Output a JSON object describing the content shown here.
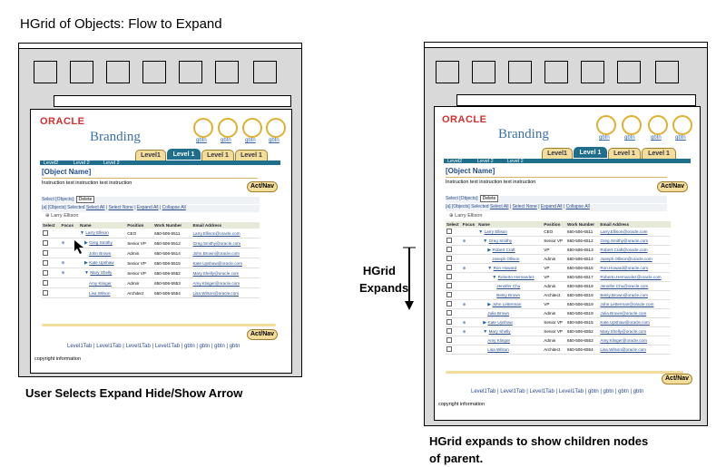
{
  "title": "HGrid of Objects: Flow to Expand",
  "left_caption": "User Selects Expand Hide/Show Arrow",
  "right_caption_line1": "HGrid expands to show children nodes",
  "right_caption_line2": "of parent.",
  "middle_label_line1": "HGrid",
  "middle_label_line2": "Expands",
  "page": {
    "logo": "ORACLE",
    "branding": "Branding",
    "global_icons": [
      "gbtn",
      "gbtn",
      "gbtn",
      "gbtn"
    ],
    "tabs": [
      "Level1",
      "Level 1",
      "Level 1",
      "Level 1"
    ],
    "subnav": [
      "Level2",
      "Level 2",
      "Level 2"
    ],
    "object_name": "[Object Name]",
    "instruction": "Instruction text instruction text instruction",
    "act_nav": "Act/Nav",
    "select_label": "Select [Objects]:",
    "delete_button": "Delete",
    "bulk_actions": [
      "Select All",
      "Select None",
      "Expand All",
      "Collapse All"
    ],
    "bulk_prefix": "[a] [Objects] Selected",
    "root_label": "Larry Ellison",
    "columns": [
      "Select",
      "Focus",
      "Name",
      "Position",
      "Work Number",
      "Email Address"
    ],
    "footer_links": "Level1Tab  |  Level1Tab  |  Level1Tab  |  Level1Tab  |  gbtn  |  gbtn  |  gbtn  |  gbtn",
    "copyright": "copyright information"
  },
  "left_rows": [
    {
      "name": "Larry Ellison",
      "position": "CEO",
      "work": "650-506-5511",
      "email": "Larry.Ellison@oracle.com",
      "indent": 0,
      "arrow": "down",
      "focus": false
    },
    {
      "name": "Greg Smithy",
      "position": "Senior VP",
      "work": "650-506-5512",
      "email": "Greg.Smithy@oracle.com",
      "indent": 1,
      "arrow": "right",
      "focus": true
    },
    {
      "name": "John Brown",
      "position": "Admin",
      "work": "650-506-5514",
      "email": "John.Brown@oracle.com",
      "indent": 2,
      "arrow": "",
      "focus": false
    },
    {
      "name": "Kate Upshaw",
      "position": "Senior VP",
      "work": "650-506-5515",
      "email": "Kate.Upshaw@oracle.com",
      "indent": 1,
      "arrow": "right",
      "focus": true
    },
    {
      "name": "Mary Shelly",
      "position": "Senior VP",
      "work": "650-506-5552",
      "email": "Mary.Shelly@oracle.com",
      "indent": 1,
      "arrow": "down",
      "focus": true
    },
    {
      "name": "Amy Klinger",
      "position": "Admin",
      "work": "650-506-5553",
      "email": "Amy.Klinger@oracle.com",
      "indent": 2,
      "arrow": "",
      "focus": false
    },
    {
      "name": "Lisa Wilson",
      "position": "Architect",
      "work": "650-506-5554",
      "email": "Lisa.Wilson@oracle.com",
      "indent": 2,
      "arrow": "",
      "focus": false
    }
  ],
  "right_rows": [
    {
      "name": "Larry Ellison",
      "position": "CEO",
      "work": "650-506-6511",
      "email": "Larry.Ellison@oracle.com",
      "indent": 0,
      "arrow": "down",
      "focus": false
    },
    {
      "name": "Greg Smithy",
      "position": "Senior VP",
      "work": "650-506-6512",
      "email": "Greg.Smithy@oracle.com",
      "indent": 1,
      "arrow": "down",
      "focus": true
    },
    {
      "name": "Robert Craft",
      "position": "VP",
      "work": "650-506-6513",
      "email": "Robert.Craft@oracle.com",
      "indent": 2,
      "arrow": "right",
      "focus": false
    },
    {
      "name": "Joseph Ollison",
      "position": "Admin",
      "work": "650-506-6514",
      "email": "Joseph.Ollison@oracle.com",
      "indent": 3,
      "arrow": "",
      "focus": false
    },
    {
      "name": "Ron Howard",
      "position": "VP",
      "work": "650-506-6515",
      "email": "Ron.Howard@oracle.com",
      "indent": 2,
      "arrow": "down",
      "focus": true
    },
    {
      "name": "Roberto Hernandez",
      "position": "VP",
      "work": "650-506-6517",
      "email": "Roberto.Hernandez@oracle.com",
      "indent": 3,
      "arrow": "down",
      "focus": false
    },
    {
      "name": "Jennifer Chu",
      "position": "Admin",
      "work": "650-506-6519",
      "email": "Jennifer.Chu@oracle.com",
      "indent": 4,
      "arrow": "",
      "focus": false
    },
    {
      "name": "Betsy Brown",
      "position": "Architect",
      "work": "650-506-6519",
      "email": "Betsy.Brown@oracle.com",
      "indent": 4,
      "arrow": "",
      "focus": false
    },
    {
      "name": "John Letterman",
      "position": "VP",
      "work": "650-506-6519",
      "email": "John.Letterman@oracle.com",
      "indent": 2,
      "arrow": "right",
      "focus": true
    },
    {
      "name": "Julia Brown",
      "position": "Admin",
      "work": "650-506-6519",
      "email": "Julia.Brown@oracle.com",
      "indent": 2,
      "arrow": "",
      "focus": false
    },
    {
      "name": "Kate Upshaw",
      "position": "Senior VP",
      "work": "650-506-6515",
      "email": "Kate.Upshaw@oracle.com",
      "indent": 1,
      "arrow": "right",
      "focus": true
    },
    {
      "name": "Mary Shelly",
      "position": "Senior VP",
      "work": "650-506-6552",
      "email": "Mary.Shelly@oracle.com",
      "indent": 1,
      "arrow": "down",
      "focus": true
    },
    {
      "name": "Amy Klinger",
      "position": "Admin",
      "work": "650-506-6553",
      "email": "Amy.Klinger@oracle.com",
      "indent": 2,
      "arrow": "",
      "focus": false
    },
    {
      "name": "Lisa Wilson",
      "position": "Architect",
      "work": "650-506-6554",
      "email": "Lisa.Wilson@oracle.com",
      "indent": 2,
      "arrow": "",
      "focus": false
    }
  ]
}
